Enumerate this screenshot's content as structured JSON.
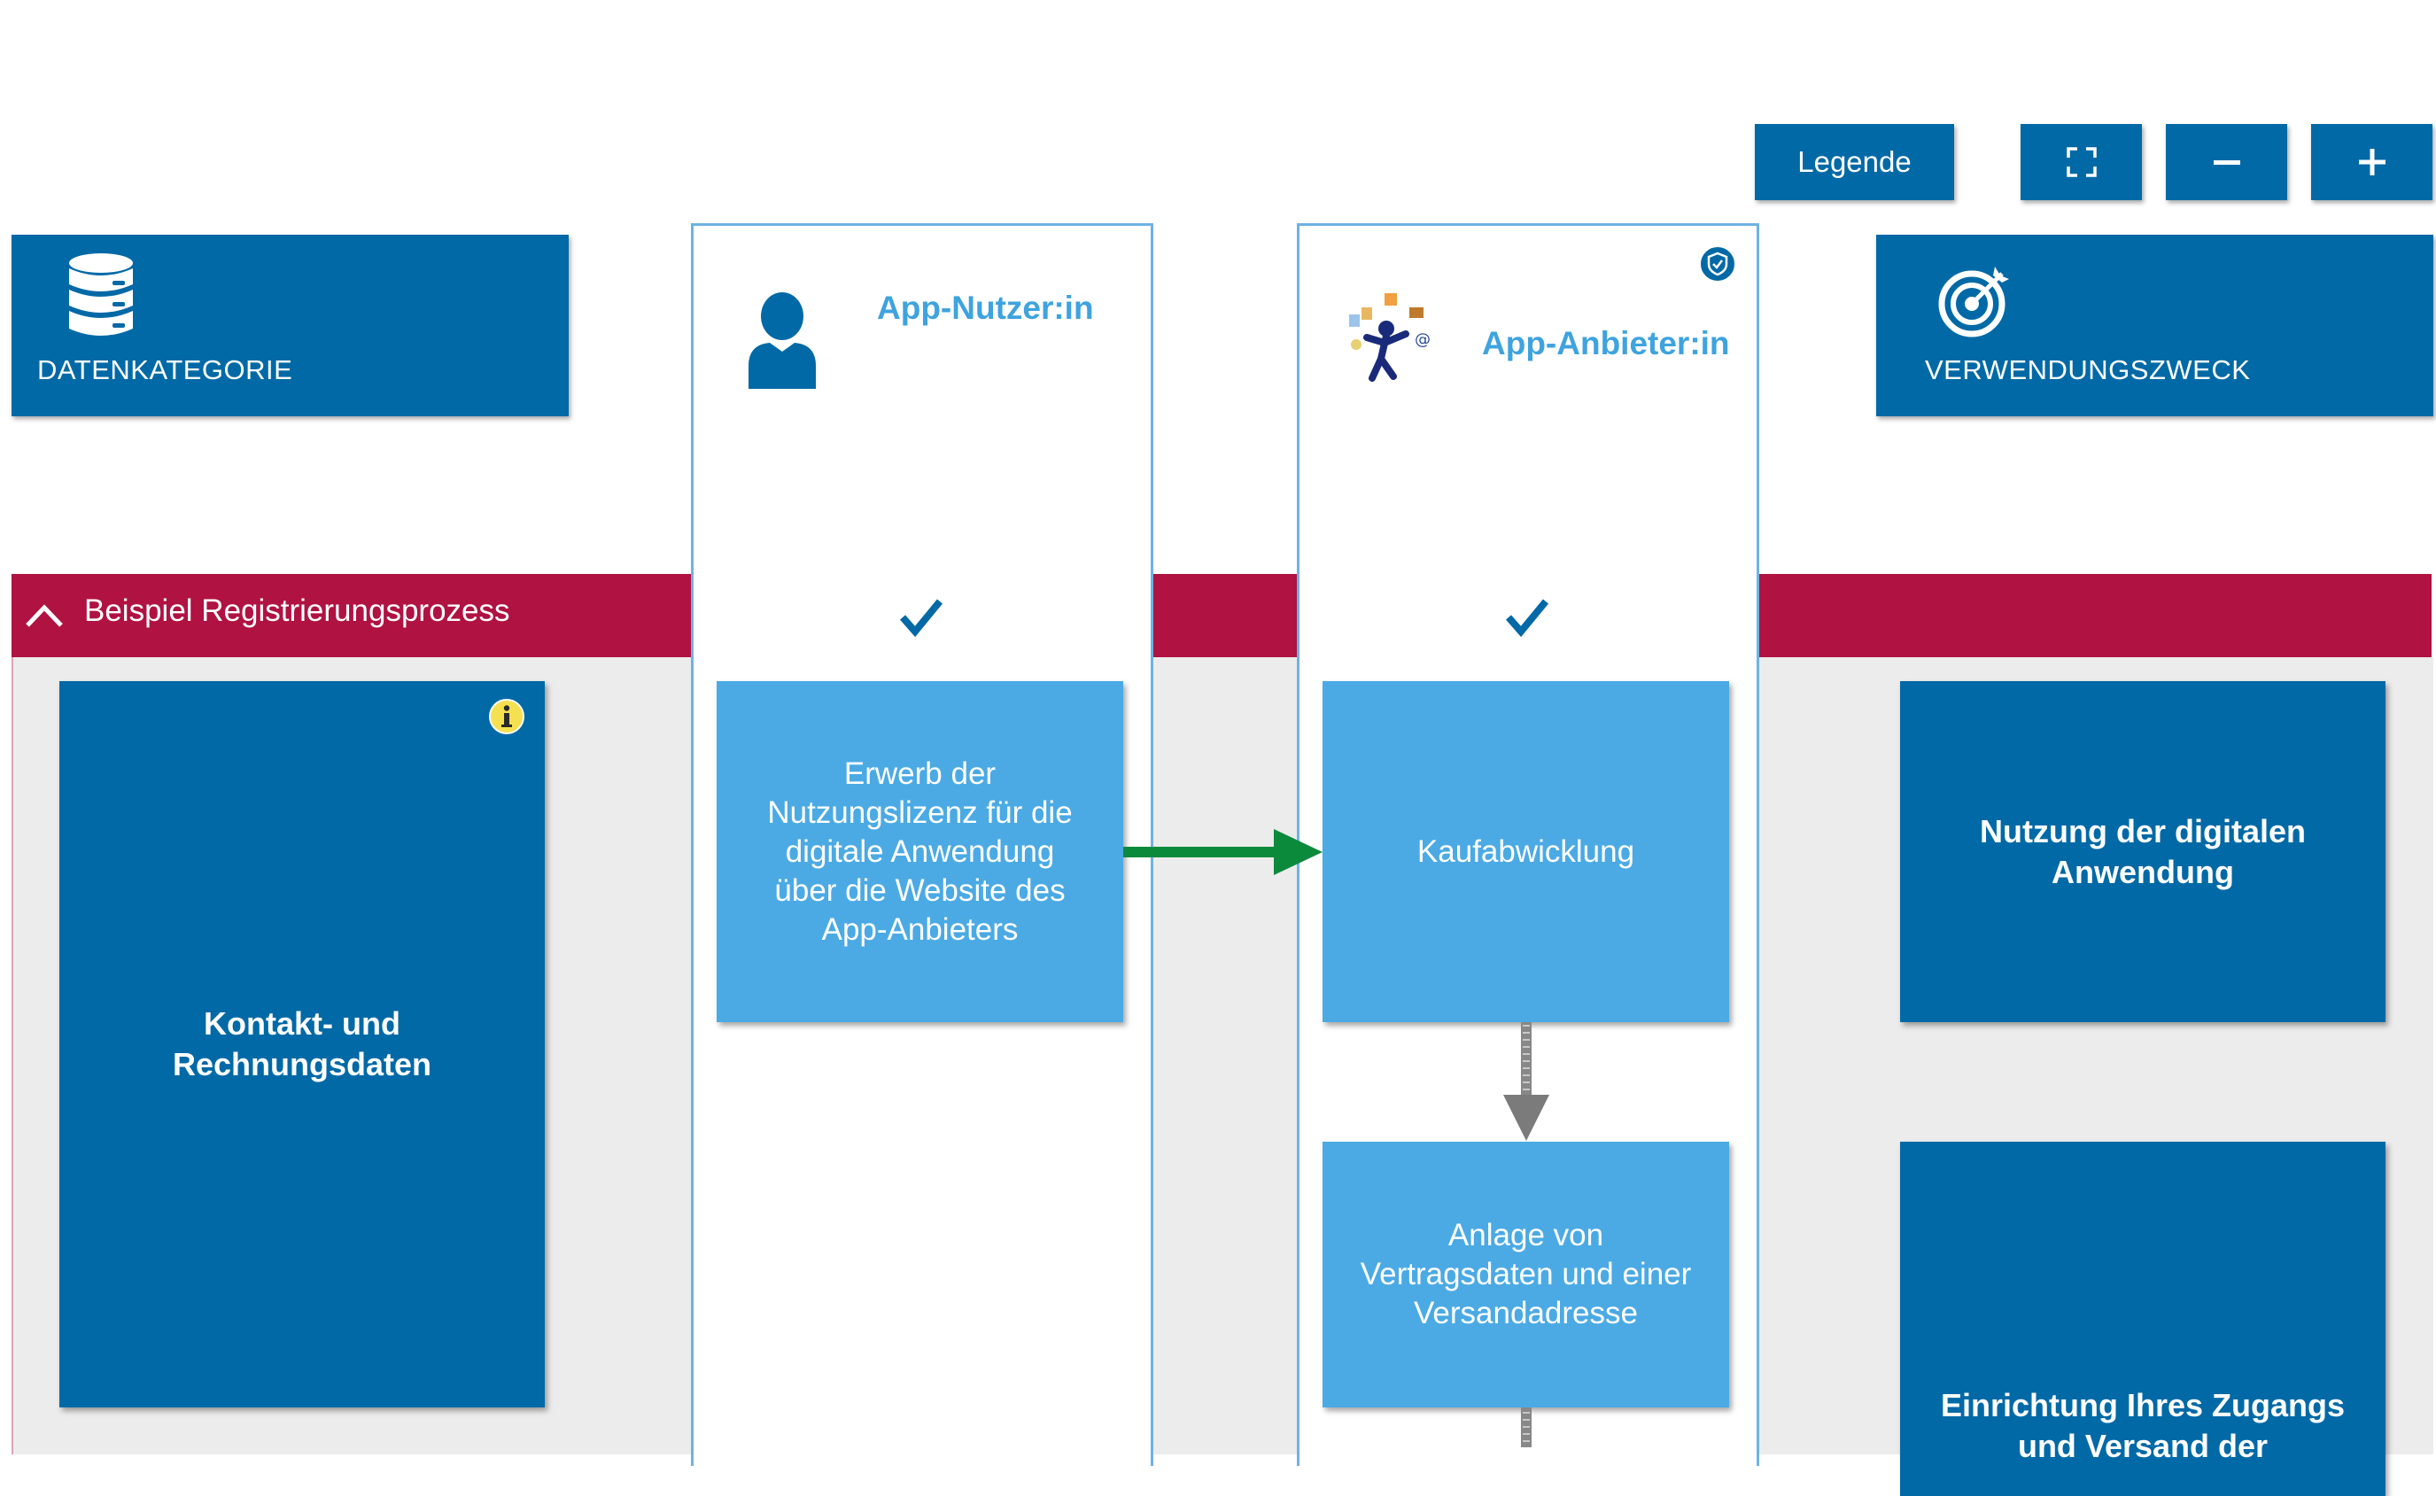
{
  "toolbar": {
    "legend_label": "Legende",
    "fullscreen_icon": "fullscreen-icon",
    "zoom_out_label": "−",
    "zoom_in_label": "+"
  },
  "header": {
    "data_category_label": "DATENKATEGORIE",
    "purpose_label": "VERWENDUNGSZWECK",
    "lane_user_title": "App-Nutzer:in",
    "lane_provider_title": "App-Anbieter:in"
  },
  "section": {
    "title": "Beispiel Registrierungsprozess"
  },
  "cards": {
    "data_category": "Kontakt- und Rechnungsdaten",
    "user_step": "Erwerb der Nutzungslizenz für die digitale Anwendung über die Website des App-Anbieters",
    "provider_step_1": "Kaufabwicklung",
    "provider_step_2": "Anlage von Vertragsdaten und einer Versandadresse",
    "purpose_1": "Nutzung der digitalen Anwendung",
    "purpose_2": "Einrichtung Ihres Zugangs und Versand der"
  },
  "colors": {
    "primary": "#0169a6",
    "light_blue": "#4baae4",
    "accent": "#b01242",
    "arrow_green": "#0b8a3c",
    "info_yellow": "#f5e050"
  }
}
